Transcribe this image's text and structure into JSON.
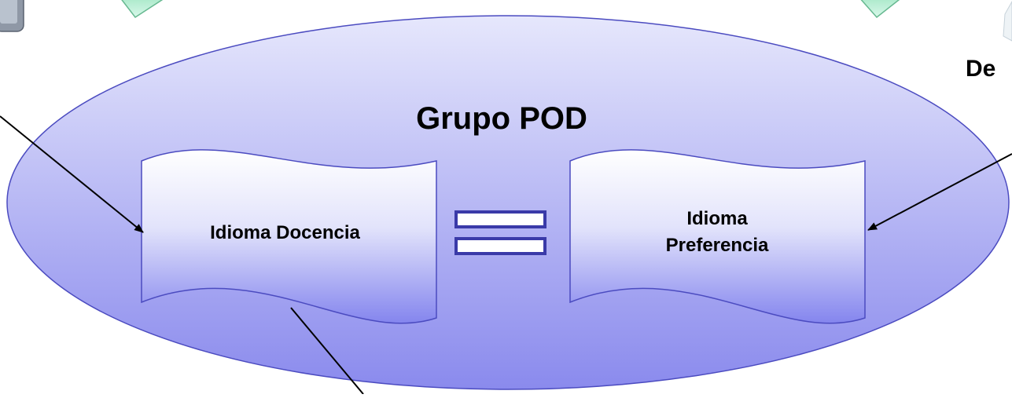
{
  "diagram": {
    "group_title": "Grupo POD",
    "left_document_label": "Idioma Docencia",
    "right_document_label_line1": "Idioma",
    "right_document_label_line2": "Preferencia",
    "corner_label": "De",
    "relation_symbol": "equals-sign-icon",
    "colors": {
      "ellipse_fill_top": "#e2e3fb",
      "ellipse_fill_bottom": "#9090ee",
      "ellipse_stroke": "#4b4bc0",
      "doc_fill_top": "#ffffff",
      "doc_fill_bottom": "#8c8df0",
      "equals_stroke": "#3a3aa8",
      "bubble_fill": "#bff0da",
      "bubble_stroke": "#66b890"
    }
  }
}
